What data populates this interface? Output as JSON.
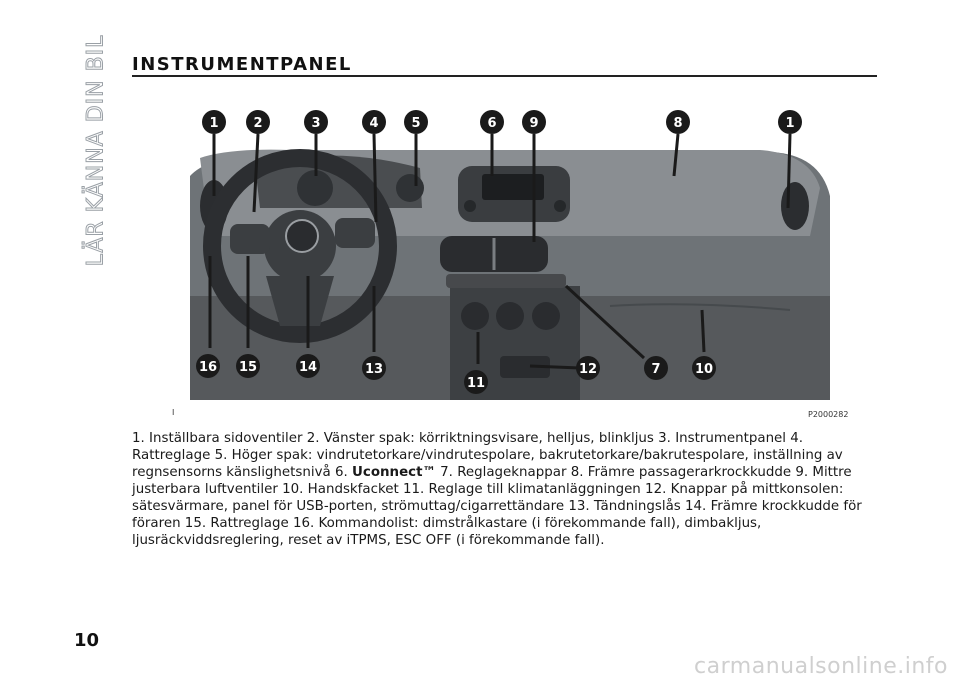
{
  "section_tab": "LÄR KÄNNA DIN BIL",
  "heading": "INSTRUMENTPANEL",
  "figure": {
    "left_marker": "I",
    "code": "P2000282",
    "callouts": [
      "1",
      "2",
      "3",
      "4",
      "5",
      "6",
      "9",
      "8",
      "1",
      "16",
      "15",
      "14",
      "13",
      "11",
      "12",
      "7",
      "10"
    ]
  },
  "caption": {
    "part1": "1. Inställbara sidoventiler 2. Vänster spak: körriktningsvisare, helljus, blinkljus 3. Instrumentpanel 4. Rattreglage 5. Höger spak: vindrutetorkare/vindrutespolare, bakrutetorkare/bakrutespolare, inställning av regnsensorns känslighetsnivå 6. ",
    "bold": "Uconnect™",
    "part2": " 7. Reglageknappar 8. Främre passagerarkrockkudde 9. Mittre justerbara luftventiler 10. Handskfacket 11. Reglage till klimatanläggningen 12. Knappar på mittkonsolen: sätesvärmare, panel för USB-porten, strömuttag/cigarrettändare 13. Tändningslås 14. Främre krockkudde för föraren 15. Rattreglage 16. Kommandolist: dimstrålkastare (i förekommande fall), dimbakljus, ljusräckviddsreglering, reset av iTPMS, ESC OFF (i förekommande fall)."
  },
  "page_number": "10",
  "watermark": "carmanualsonline.info"
}
